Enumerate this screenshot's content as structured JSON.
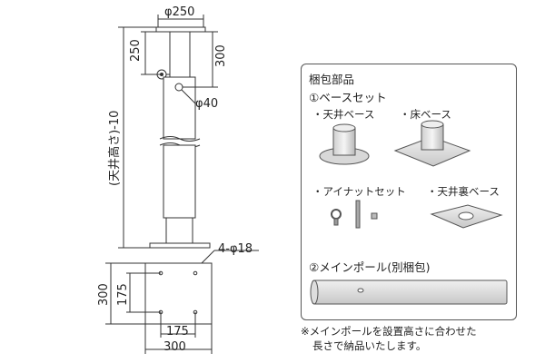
{
  "diagram": {
    "dim_phi250": "φ250",
    "dim_250": "250",
    "dim_300_top": "300",
    "dim_phi40": "φ40",
    "dim_ceiling": "(天井高さ)-10",
    "dim_holes": "4-φ18",
    "dim_300_left": "300",
    "dim_175_left": "175",
    "dim_175_bottom": "175",
    "dim_300_bottom": "300"
  },
  "panel": {
    "title": "梱包部品",
    "section1": "①ベースセット",
    "item_ceiling_base": "・天井ベース",
    "item_floor_base": "・床ベース",
    "item_eyenut_set": "・アイナットセット",
    "item_ceiling_back_base": "・天井裏ベース",
    "section2": "②メインポール(別梱包)"
  },
  "note": {
    "line1": "※メインポールを設置高さに合わせた",
    "line2": "長さで納品いたします。"
  }
}
